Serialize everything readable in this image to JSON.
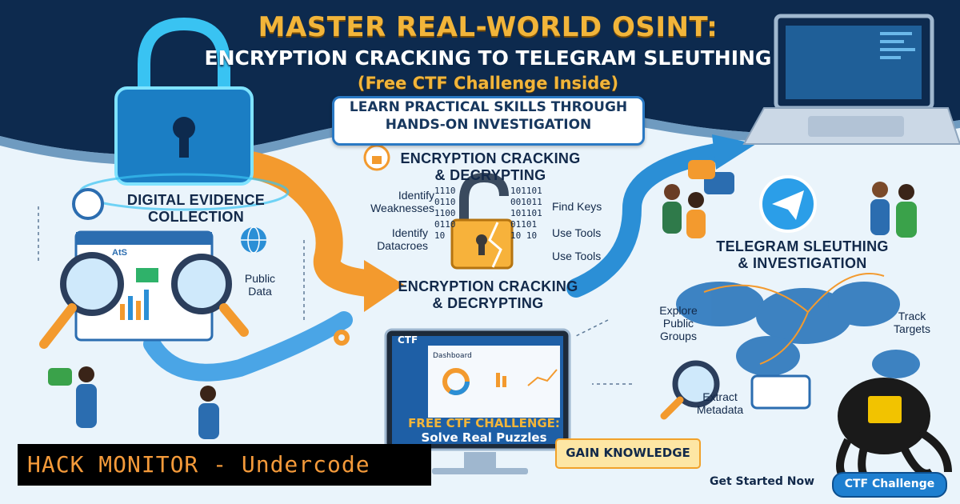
{
  "title": {
    "line1": "MASTER REAL-WORLD OSINT:",
    "line2": "ENCRYPTION CRACKING TO TELEGRAM SLEUTHING",
    "line3": "(Free CTF Challenge Inside)"
  },
  "banner": {
    "line1": "LEARN PRACTICAL SKILLS THROUGH",
    "line2": "HANDS-ON INVESTIGATION"
  },
  "sections": {
    "digital_evidence": {
      "line1": "DIGITAL EVIDENCE",
      "line2": "COLLECTION"
    },
    "encryption_top": {
      "line1": "ENCRYPTION CRACKING",
      "line2": "& DECRYPTING"
    },
    "encryption_mid": {
      "line1": "ENCRYPTION CRACKING",
      "line2": "& DECRYPTING"
    },
    "telegram": {
      "line1": "TELEGRAM SLEUTHING",
      "line2": "& INVESTIGATION"
    }
  },
  "labels": {
    "public_data": {
      "line1": "Public",
      "line2": "Data"
    },
    "identify_weaknesses": {
      "line1": "Identify",
      "line2": "Weaknesses"
    },
    "identify_datacroes": {
      "line1": "Identify",
      "line2": "Datacroes"
    },
    "find_keys": "Find Keys",
    "use_tools_1": "Use Tools",
    "use_tools_2": "Use Tools",
    "explore_groups": {
      "line1": "Explore",
      "line2": "Public",
      "line3": "Groups"
    },
    "track_targets": {
      "line1": "Track",
      "line2": "Targets"
    },
    "extract_metadata": {
      "line1": "Extract",
      "line2": "Metadata"
    },
    "ats": "AtS"
  },
  "binary": {
    "left": [
      "1110",
      "0110",
      "1100",
      "0110",
      "10"
    ],
    "right": [
      "101101",
      "001011",
      "101101",
      "01101",
      "10 10"
    ]
  },
  "screen": {
    "ctf": "CTF",
    "dashboard": "Dashboard",
    "free_ctf": "FREE CTF CHALLENGE:",
    "solve": "Solve Real Puzzles"
  },
  "gain_knowledge": "GAIN KNOWLEDGE",
  "get_started": "Get Started Now",
  "ctf_challenge_button": "CTF Challenge",
  "watermark": "HACK MONITOR - Undercode",
  "colors": {
    "navy": "#0d2a4e",
    "gold": "#f2b53a",
    "orange_arrow": "#f39a2e",
    "blue_arrow": "#2b8fd6",
    "background": "#eaf4fb"
  },
  "icons": [
    "padlock-icon",
    "laptop-icon",
    "magnifier-icon",
    "globe-icon",
    "telegram-icon",
    "world-map-icon",
    "gear-icon",
    "chat-icon",
    "robot-octopus-icon"
  ]
}
